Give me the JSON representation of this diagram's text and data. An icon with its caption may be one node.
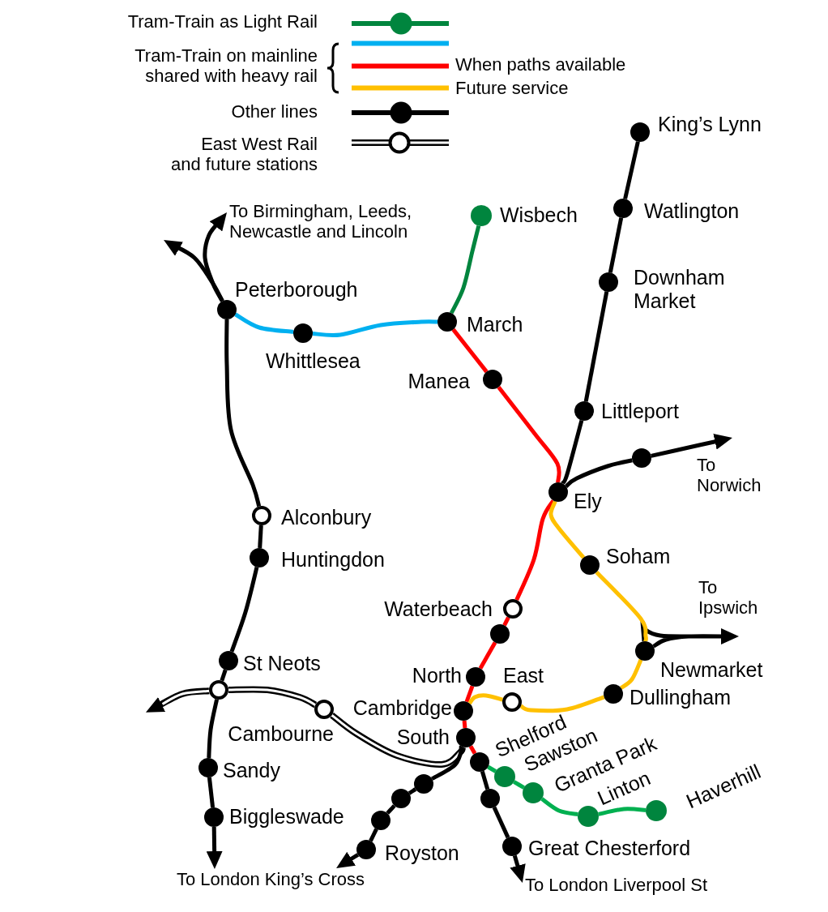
{
  "diagram": {
    "nodes": [
      {
        "text": [
          "King’s Lynn"
        ]
      },
      {
        "text": [
          "Wisbech"
        ]
      },
      {
        "text": [
          "Watlington"
        ]
      },
      {
        "text": [
          "Peterborough"
        ]
      },
      {
        "text": [
          "Downham Market"
        ]
      },
      {
        "text": [
          "March"
        ]
      },
      {
        "text": [
          "Whittlesea"
        ]
      },
      {
        "text": [
          "Manea"
        ]
      },
      {
        "text": [
          "Littleport"
        ]
      },
      {
        "text": [],
        "shape": "circle"
      },
      {
        "text": [
          "Ely"
        ]
      },
      {
        "text": [
          "Alconbury"
        ]
      },
      {
        "text": [
          "Soham"
        ]
      },
      {
        "text": [
          "Huntingdon"
        ]
      },
      {
        "text": [
          "Waterbeach"
        ]
      },
      {
        "text": [],
        "shape": "circle"
      },
      {
        "text": [
          "Newmarket"
        ]
      },
      {
        "text": [
          "St Neots"
        ]
      },
      {
        "text": [
          "North"
        ]
      },
      {
        "text": [],
        "shape": "circle"
      },
      {
        "text": [
          "East"
        ]
      },
      {
        "text": [
          "Dullingham"
        ]
      },
      {
        "text": [
          "Cambourne"
        ]
      },
      {
        "text": [
          "Cambridge"
        ]
      },
      {
        "text": [
          "South"
        ]
      },
      {
        "text": [
          "Shelford"
        ]
      },
      {
        "text": [
          "Sandy"
        ]
      },
      {
        "text": [
          "Sawston"
        ]
      },
      {
        "text": [],
        "shape": "circle"
      },
      {
        "text": [
          "Granta Park"
        ]
      },
      {
        "text": [],
        "shape": "circle"
      },
      {
        "text": [],
        "shape": "circle"
      },
      {
        "text": [
          "Haverhill"
        ]
      },
      {
        "text": [
          "Linton"
        ]
      },
      {
        "text": [
          "Biggleswade"
        ]
      },
      {
        "text": [],
        "shape": "circle"
      },
      {
        "text": [
          "Great Chesterford"
        ]
      },
      {
        "text": [
          "Royston"
        ]
      },
      {
        "text": [
          "To Birmingham, Leeds, Newcastle and Lincoln"
        ]
      },
      {
        "text": [
          "To London King’s Cross"
        ]
      },
      {
        "text": [
          "To London Liverpool St"
        ]
      }
    ],
    "edges": [
      {
        "from": 3,
        "to": null,
        "arrow": "to"
      },
      {
        "from": 3,
        "to": 38,
        "arrow": "to"
      },
      {
        "from": 3,
        "to": 11,
        "arrow": "none"
      },
      {
        "from": 11,
        "to": 13,
        "arrow": "none"
      },
      {
        "from": 13,
        "to": 17,
        "arrow": "none"
      },
      {
        "from": 17,
        "to": 19,
        "arrow": "none"
      },
      {
        "from": 19,
        "to": 26,
        "arrow": "none"
      },
      {
        "from": 26,
        "to": 34,
        "arrow": "none"
      },
      {
        "from": 34,
        "to": 39,
        "arrow": "to"
      },
      {
        "from": 3,
        "to": 6,
        "arrow": "none",
        "color": "#00b0f0"
      },
      {
        "from": 6,
        "to": 5,
        "arrow": "none",
        "color": "#00b0f0"
      },
      {
        "from": 5,
        "to": 1,
        "arrow": "none",
        "color": "#00853e"
      },
      {
        "from": 5,
        "to": 7,
        "arrow": "none",
        "color": "#ff0000"
      },
      {
        "from": 7,
        "to": 10,
        "arrow": "none",
        "color": "#ff0000"
      },
      {
        "from": 0,
        "to": 2,
        "arrow": "none"
      },
      {
        "from": 2,
        "to": 4,
        "arrow": "none"
      },
      {
        "from": 4,
        "to": 8,
        "arrow": "none"
      },
      {
        "from": 8,
        "to": 10,
        "arrow": "none"
      },
      {
        "from": 10,
        "to": 9,
        "arrow": "none"
      },
      {
        "from": 9,
        "to": null,
        "arrow": "to"
      },
      {
        "from": 10,
        "to": 14,
        "arrow": "none",
        "color": "#ff0000"
      },
      {
        "from": 14,
        "to": 15,
        "arrow": "none",
        "color": "#ff0000"
      },
      {
        "from": 15,
        "to": 18,
        "arrow": "none",
        "color": "#ff0000"
      },
      {
        "from": 18,
        "to": 23,
        "arrow": "none",
        "color": "#ff0000"
      },
      {
        "from": 23,
        "to": 24,
        "arrow": "none",
        "color": "#ff0000"
      },
      {
        "from": 24,
        "to": 25,
        "arrow": "none",
        "color": "#ff0000"
      },
      {
        "from": 10,
        "to": 12,
        "arrow": "none",
        "color": "#ffc000"
      },
      {
        "from": 12,
        "to": 16,
        "arrow": "none",
        "color": "#ffc000"
      },
      {
        "from": 16,
        "to": 21,
        "arrow": "none",
        "color": "#ffc000"
      },
      {
        "from": 21,
        "to": 20,
        "arrow": "none",
        "color": "#ffc000"
      },
      {
        "from": 20,
        "to": 23,
        "arrow": "none",
        "color": "#ffc000"
      },
      {
        "from": 16,
        "to": null,
        "arrow": "to"
      },
      {
        "from": 19,
        "to": null,
        "arrow": "to"
      },
      {
        "from": 19,
        "to": 22,
        "arrow": "none"
      },
      {
        "from": 22,
        "to": 24,
        "arrow": "none"
      },
      {
        "from": 25,
        "to": 30,
        "arrow": "none"
      },
      {
        "from": 30,
        "to": 36,
        "arrow": "none"
      },
      {
        "from": 36,
        "to": 40,
        "arrow": "to"
      },
      {
        "from": 25,
        "to": 27,
        "arrow": "none",
        "color": "#00b050"
      },
      {
        "from": 27,
        "to": 29,
        "arrow": "none",
        "color": "#00b050"
      },
      {
        "from": 29,
        "to": 33,
        "arrow": "none",
        "color": "#00b050"
      },
      {
        "from": 33,
        "to": 32,
        "arrow": "none",
        "color": "#00b050"
      },
      {
        "from": 24,
        "to": 28,
        "arrow": "none"
      },
      {
        "from": 28,
        "to": 31,
        "arrow": "none"
      },
      {
        "from": 31,
        "to": 35,
        "arrow": "none"
      },
      {
        "from": 35,
        "to": 37,
        "arrow": "none"
      },
      {
        "from": 37,
        "to": 39,
        "arrow": "to"
      }
    ],
    "labels": [
      "To Norwich",
      "To Ipswich"
    ],
    "legend": [
      {
        "text": "Tram-Train as Light Rail"
      },
      {
        "text": "Tram-Train on mainline shared with heavy rail"
      },
      {
        "text": "When paths available"
      },
      {
        "text": "Future service"
      },
      {
        "text": "Other lines"
      },
      {
        "text": "East West Rail and future stations"
      }
    ]
  }
}
